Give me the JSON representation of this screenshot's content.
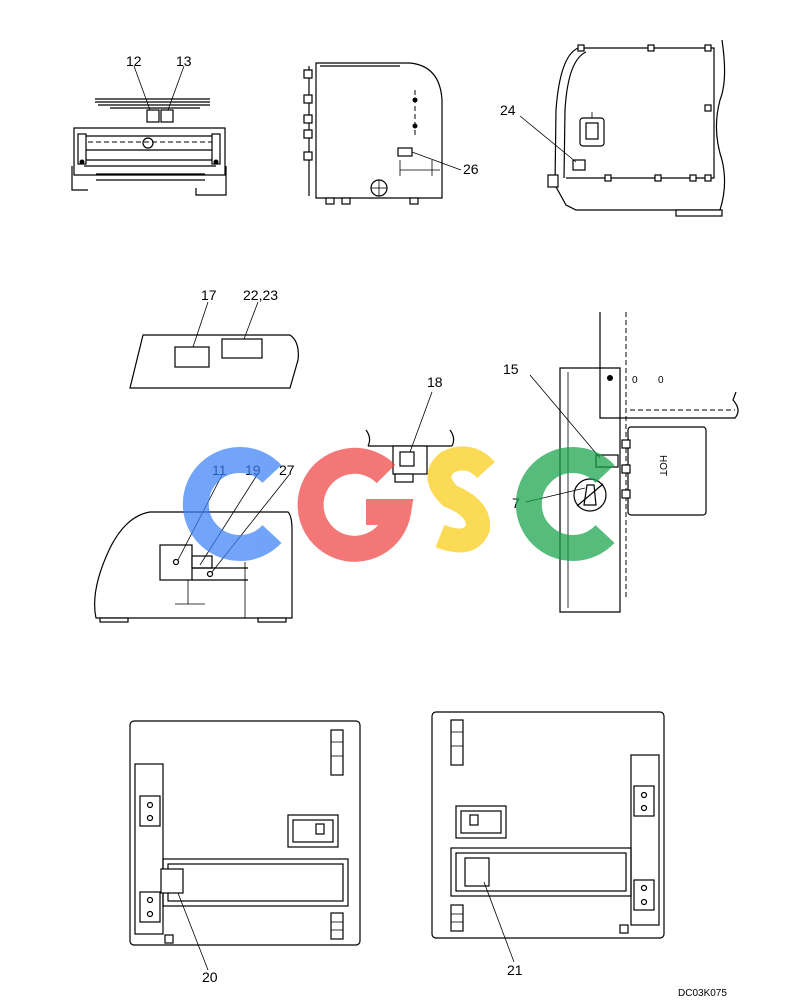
{
  "callouts": {
    "c12": "12",
    "c13": "13",
    "c26": "26",
    "c24": "24",
    "c17": "17",
    "c22_23": "22,23",
    "c18": "18",
    "c15": "15",
    "c7": "7",
    "c11": "11",
    "c19": "19",
    "c27": "27",
    "c20": "20",
    "c21": "21"
  },
  "drawing_code": "DC03K075",
  "watermark": {
    "letters": [
      "C",
      "G",
      "S",
      "C"
    ],
    "colors": [
      "#3b82f6",
      "#ef4444",
      "#facc15",
      "#16a34a"
    ]
  },
  "switch_panel": {
    "dial_marks": [
      "0",
      "0"
    ],
    "panel_text": "HOT"
  }
}
